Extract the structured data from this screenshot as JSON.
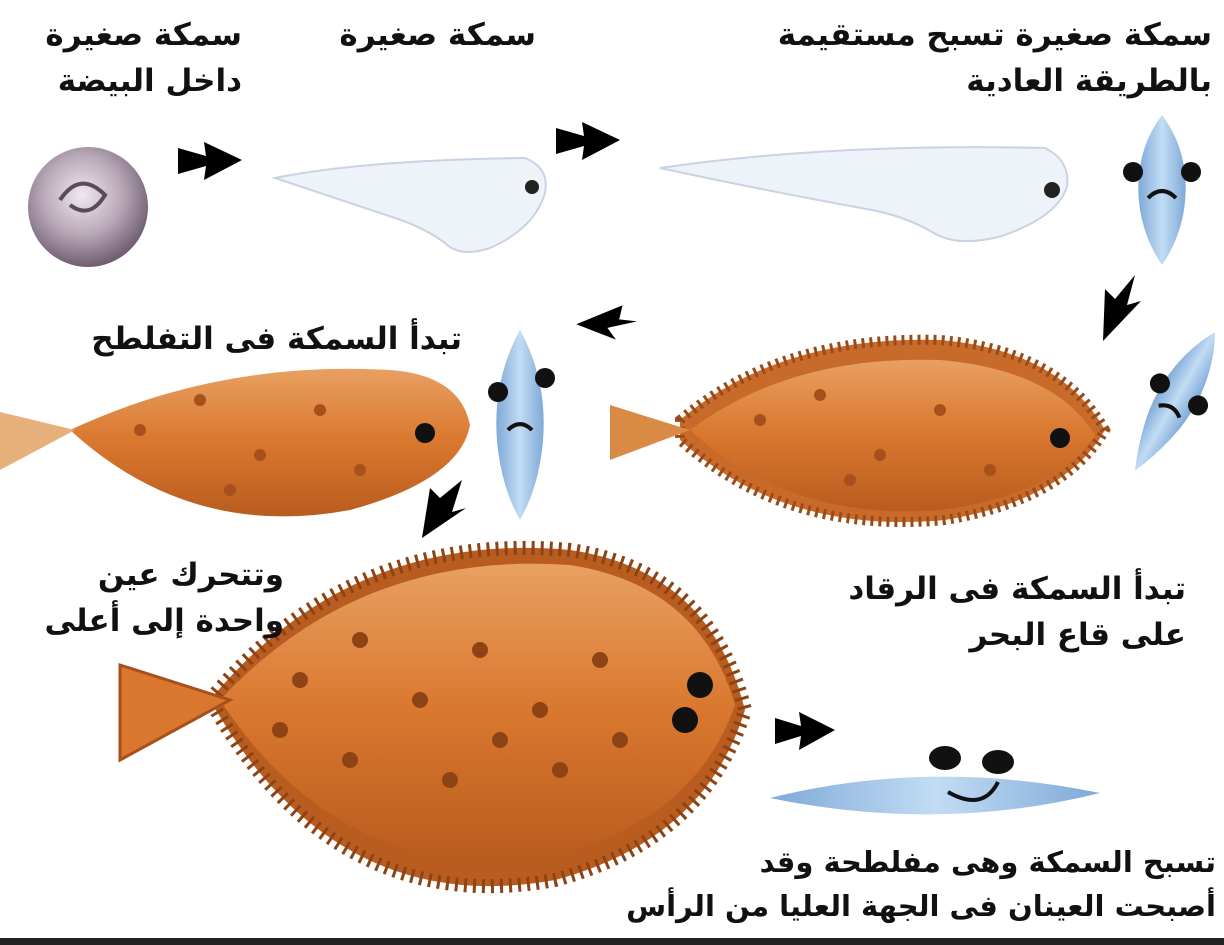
{
  "labels": {
    "egg": {
      "line1": "سمكة صغيرة",
      "line2": "داخل البيضة"
    },
    "young": {
      "line1": "سمكة صغيرة"
    },
    "swim_upright": {
      "line1": "سمكة صغيرة تسبح مستقيمة",
      "line2": "بالطريقة العادية"
    },
    "flattening": {
      "line1": "تبدأ السمكة فى التفلطح"
    },
    "eye_moves": {
      "line1": "وتتحرك عين",
      "line2": "واحدة إلى أعلى"
    },
    "lies_on_bottom": {
      "line1": "تبدأ السمكة فى الرقاد",
      "line2": "على قاع البحر"
    },
    "swims_flat": {
      "line1": "تسبح السمكة وهى مفلطحة وقد",
      "line2": "أصبحت العينان فى الجهة العليا من الرأس"
    }
  },
  "colors": {
    "fish_body": "#d9772e",
    "fish_dark": "#a8501c",
    "front_view_blue": "#9fc3e8",
    "egg": "#b9a9b8",
    "arrow": "#000000"
  }
}
